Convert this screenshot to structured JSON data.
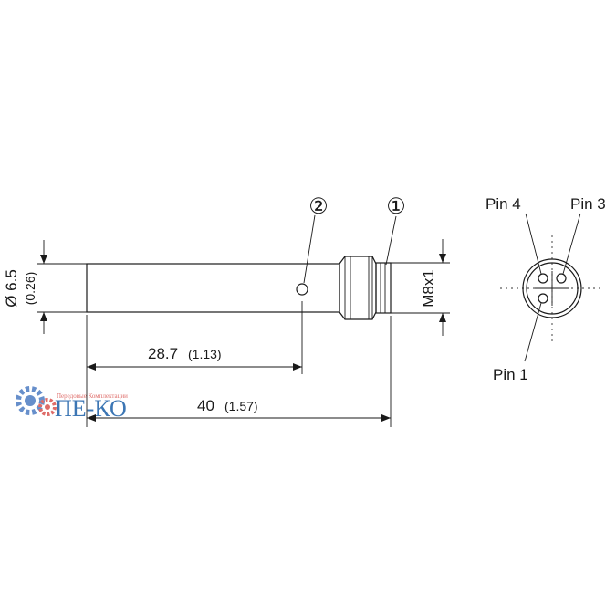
{
  "callouts": {
    "one": "①",
    "two": "②"
  },
  "dimensions": {
    "diameter_label": "Ø 6.5",
    "diameter_inch": "(0.26)",
    "thread_label": "M8x1",
    "length_short": "28.7",
    "length_short_inch": "(1.13)",
    "length_total": "40",
    "length_total_inch": "(1.57)"
  },
  "pins": {
    "pin4": "Pin 4",
    "pin3": "Pin 3",
    "pin1": "Pin 1"
  },
  "watermark": {
    "name": "ПЕ-КО",
    "tagline": "Передовые Комплектации"
  }
}
